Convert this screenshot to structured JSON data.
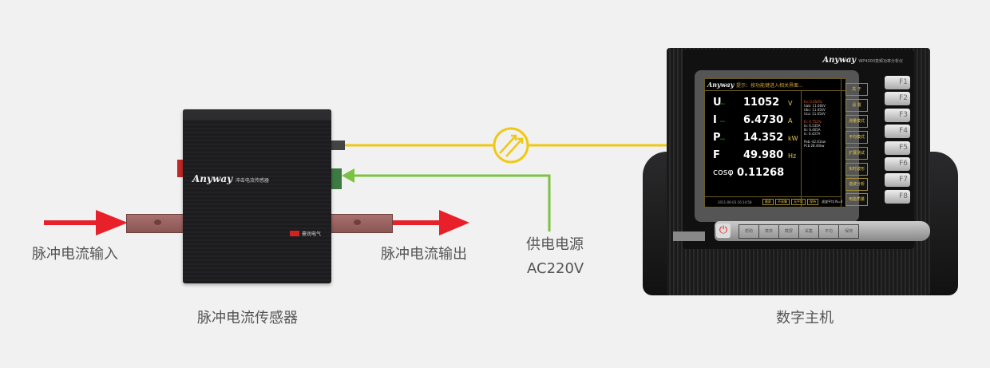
{
  "labels": {
    "input": "脉冲电流输入",
    "output": "脉冲电流输出",
    "sensor": "脉冲电流传感器",
    "power": "供电电源",
    "voltage": "AC220V",
    "host": "数字主机"
  },
  "sensor_device": {
    "brand": "Anyway",
    "model": "冲击电流传感器",
    "maker": "豪润电气"
  },
  "host_device": {
    "brand": "Anyway",
    "model": "WP4000变频功率分析仪",
    "screen": {
      "hint": "提示：按功能键进入相关界面...",
      "rows": [
        {
          "sym": "U",
          "sub": "rms",
          "value": "11052",
          "unit": "V"
        },
        {
          "sym": "I",
          "sub": "rms",
          "value": "6.4730",
          "unit": "A"
        },
        {
          "sym": "P",
          "sub": "avg",
          "value": "14.352",
          "unit": "kW"
        },
        {
          "sym": "F",
          "sub": "",
          "value": "49.980",
          "unit": "Hz"
        },
        {
          "sym": "cosφ",
          "sub": "",
          "value": "0.11268",
          "unit": ""
        }
      ],
      "side": [
        "Ev: 0.050%",
        "Uab: 11.06kV",
        "Ubc: 11.05kV",
        "Uca: 11.05kV",
        "Ei: 0.752%",
        "Ia: 6.535A",
        "Ib: 6.465A",
        "Ic: 6.437A",
        "Pab:-42.61kw",
        "Pcb:28.44kw"
      ],
      "menu": [
        "关 于",
        "设 置",
        "测量模式",
        "平均模式",
        "扩展测试",
        "实时波形",
        "谐波分析",
        "电能质量"
      ],
      "date": "2011-06-03 16:14:58",
      "status": "滤波平均 N=4",
      "tabs": [
        "截屏",
        "不采集",
        "无平均",
        "保持"
      ]
    },
    "fkeys": [
      "F1",
      "F2",
      "F3",
      "F4",
      "F5",
      "F6",
      "F7",
      "F8"
    ],
    "panel_buttons": [
      "帮助",
      "菜单",
      "截屏",
      "采集",
      "平均",
      "保持"
    ]
  },
  "colors": {
    "arrow": "#e8202a",
    "signal": "#f0c814",
    "power": "#7cc242"
  }
}
